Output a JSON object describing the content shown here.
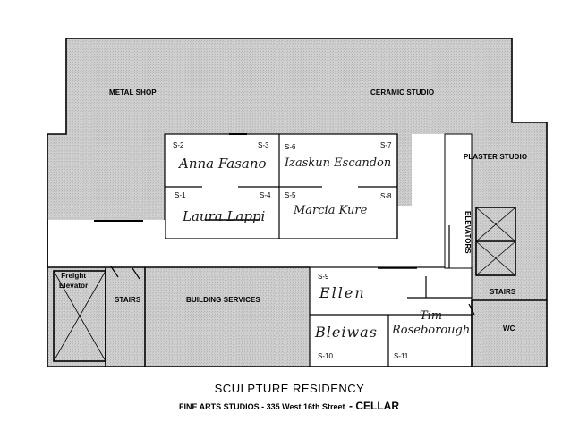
{
  "areas": {
    "metal_shop": "METAL SHOP",
    "ceramic_studio": "CERAMIC STUDIO",
    "plaster_studio": "PLASTER STUDIO",
    "elevators": "ELEVATORS",
    "freight_elevator": "Freight\nElevator",
    "stairs_left": "STAIRS",
    "stairs_right": "STAIRS",
    "building_services": "BUILDING SERVICES",
    "wc": "WC"
  },
  "studios": [
    {
      "id": "S-2",
      "name": "Anna Fasano"
    },
    {
      "id": "S-3",
      "name": ""
    },
    {
      "id": "S-6",
      "name": "Izaskun Escandon"
    },
    {
      "id": "S-7",
      "name": ""
    },
    {
      "id": "S-1",
      "name": "Laura Lappi"
    },
    {
      "id": "S-4",
      "name": ""
    },
    {
      "id": "S-5",
      "name": "Marcia Kure"
    },
    {
      "id": "S-8",
      "name": ""
    },
    {
      "id": "S-9",
      "name": "Ellen"
    },
    {
      "id": "S-10",
      "name": "Bleiwas"
    },
    {
      "id": "S-11",
      "name": "Tim\nRoseborough"
    }
  ],
  "footer": {
    "title": "SCULPTURE RESIDENCY",
    "subtitle": "FINE ARTS STUDIOS - 335 West 16th Street",
    "floor": "- CELLAR"
  },
  "colors": {
    "shaded": "#c9c9c9",
    "line": "#000000",
    "ink": "#1a1a1a"
  }
}
